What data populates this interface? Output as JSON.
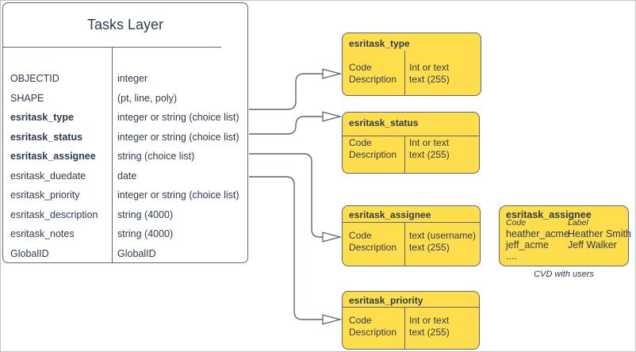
{
  "colors": {
    "box_fill": "#FFDE4D",
    "stroke": "#5C6670",
    "text": "#2E3B4D",
    "canvas_border": "#C4C4C4"
  },
  "tasks_table": {
    "title": "Tasks Layer",
    "fields": [
      {
        "name": "OBJECTID",
        "type": "integer",
        "bold": false
      },
      {
        "name": "SHAPE",
        "type": "(pt, line, poly)",
        "bold": false
      },
      {
        "name": "esritask_type",
        "type": "integer or string (choice list)",
        "bold": true
      },
      {
        "name": "esritask_status",
        "type": "integer or string (choice list)",
        "bold": true
      },
      {
        "name": "esritask_assignee",
        "type": "string (choice list)",
        "bold": true
      },
      {
        "name": "esritask_duedate",
        "type": "date",
        "bold": false
      },
      {
        "name": "esritask_priority",
        "type": "integer or string (choice list)",
        "bold": false
      },
      {
        "name": "esritask_description",
        "type": "string (4000)",
        "bold": false
      },
      {
        "name": "esritask_notes",
        "type": "string (4000)",
        "bold": false
      },
      {
        "name": "GlobalID",
        "type": "GlobalID",
        "bold": false
      }
    ]
  },
  "domain_tables": [
    {
      "title": "esritask_type",
      "left": [
        "Code",
        "Description"
      ],
      "right": [
        "Int or text",
        "text (255)"
      ]
    },
    {
      "title": "esritask_status",
      "left": [
        "Code",
        "Description"
      ],
      "right": [
        "Int or text",
        "text (255)"
      ]
    },
    {
      "title": "esritask_assignee",
      "left": [
        "Code",
        "Description"
      ],
      "right": [
        "text (username)",
        "text (255)"
      ]
    },
    {
      "title": "esritask_priority",
      "left": [
        "Code",
        "Description"
      ],
      "right": [
        "Int or text",
        "text (255)"
      ]
    }
  ],
  "cvd_table": {
    "title": "esritask_assignee",
    "col_headers": [
      "Code",
      "Label"
    ],
    "rows": [
      [
        "heather_acme",
        "Heather Smith"
      ],
      [
        "jeff_acme",
        "Jeff Walker"
      ]
    ],
    "ellipsis": "....",
    "caption": "CVD with users"
  }
}
